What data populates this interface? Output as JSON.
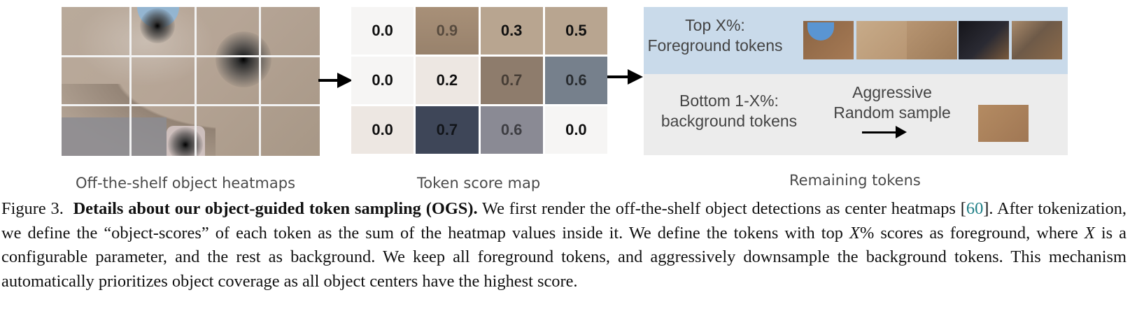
{
  "figure": {
    "panel_heatmap": {
      "label": "Off-the-shelf object heatmaps"
    },
    "panel_scores": {
      "label": "Token score map",
      "rows": [
        [
          "0.0",
          "0.9",
          "0.3",
          "0.5"
        ],
        [
          "0.0",
          "0.2",
          "0.7",
          "0.6"
        ],
        [
          "0.0",
          "0.7",
          "0.6",
          "0.0"
        ]
      ]
    },
    "panel_remaining": {
      "label": "Remaining tokens",
      "foreground_line1": "Top X%:",
      "foreground_line2": "Foreground tokens",
      "background_line1": "Bottom 1-X%:",
      "background_line2": "background tokens",
      "sample_line1": "Aggressive",
      "sample_line2": "Random sample"
    }
  },
  "caption": {
    "prefix": "Figure 3.",
    "title": "Details about our object-guided token sampling (OGS).",
    "seg1": "We first render the off-the-shelf object detections as center heatmaps [",
    "citation": "60",
    "seg2": "]. After tokenization, we define the “object-scores” of each token as the sum of the heatmap values inside it. We define the tokens with top ",
    "math_var": "X",
    "math_unit": "%",
    "seg3": " scores as foreground, where ",
    "math_var2": "X",
    "seg4": " is a configurable parameter, and the rest as background. We keep all foreground tokens, and aggressively downsample the background tokens. This mechanism automatically prioritizes object coverage as all object centers have the highest score."
  }
}
